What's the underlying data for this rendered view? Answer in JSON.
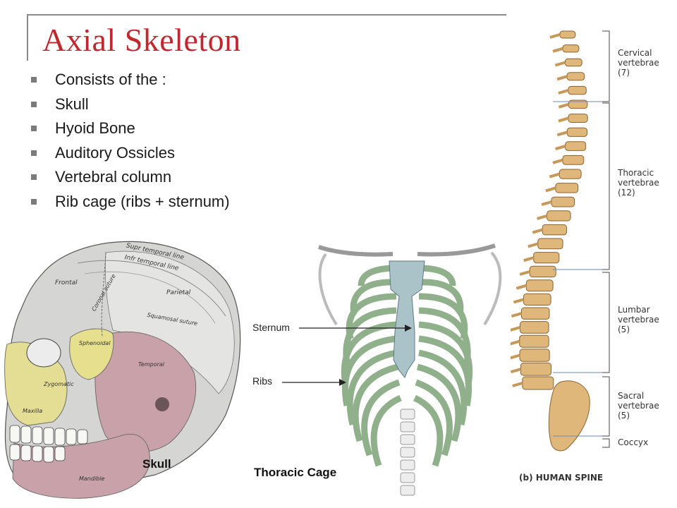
{
  "title": "Axial Skeleton",
  "bullets": [
    "Consists of the :",
    "Skull",
    "Hyoid Bone",
    "Auditory Ossicles",
    "Vertebral column",
    "Rib cage (ribs + sternum)"
  ],
  "skull": {
    "caption": "Skull",
    "labels": {
      "sup_temporal_line": "Supr temporal line",
      "inf_temporal_line": "Infr temporal line",
      "frontal": "Frontal",
      "coronal_suture": "Coronal suture",
      "parietal": "Parietal",
      "squamosal_suture": "Squamosal suture",
      "sphenoidal": "Sphenoidal",
      "temporal": "Temporal",
      "zygomatic": "Zygomatic",
      "maxilla": "Maxilla",
      "mandible": "Mandible"
    }
  },
  "thorax": {
    "caption": "Thoracic Cage",
    "sternum_label": "Sternum",
    "ribs_label": "Ribs"
  },
  "spine": {
    "caption": "(b) HUMAN SPINE",
    "regions": [
      {
        "name": "Cervical",
        "sub": "vertebrae",
        "count": "(7)"
      },
      {
        "name": "Thoracic",
        "sub": "vertebrae",
        "count": "(12)"
      },
      {
        "name": "Lumbar",
        "sub": "vertebrae",
        "count": "(5)"
      },
      {
        "name": "Sacral",
        "sub": "vertebrae",
        "count": "(5)"
      },
      {
        "name": "Coccyx",
        "sub": "",
        "count": ""
      }
    ]
  },
  "colors": {
    "title": "#c0282d",
    "rib_green": "#8fb08a",
    "sternum_blue": "#a9c3c9",
    "bone_tan": "#e0b77a",
    "skull_pink": "#c9a1a8",
    "skull_yellow": "#e6e08e"
  }
}
